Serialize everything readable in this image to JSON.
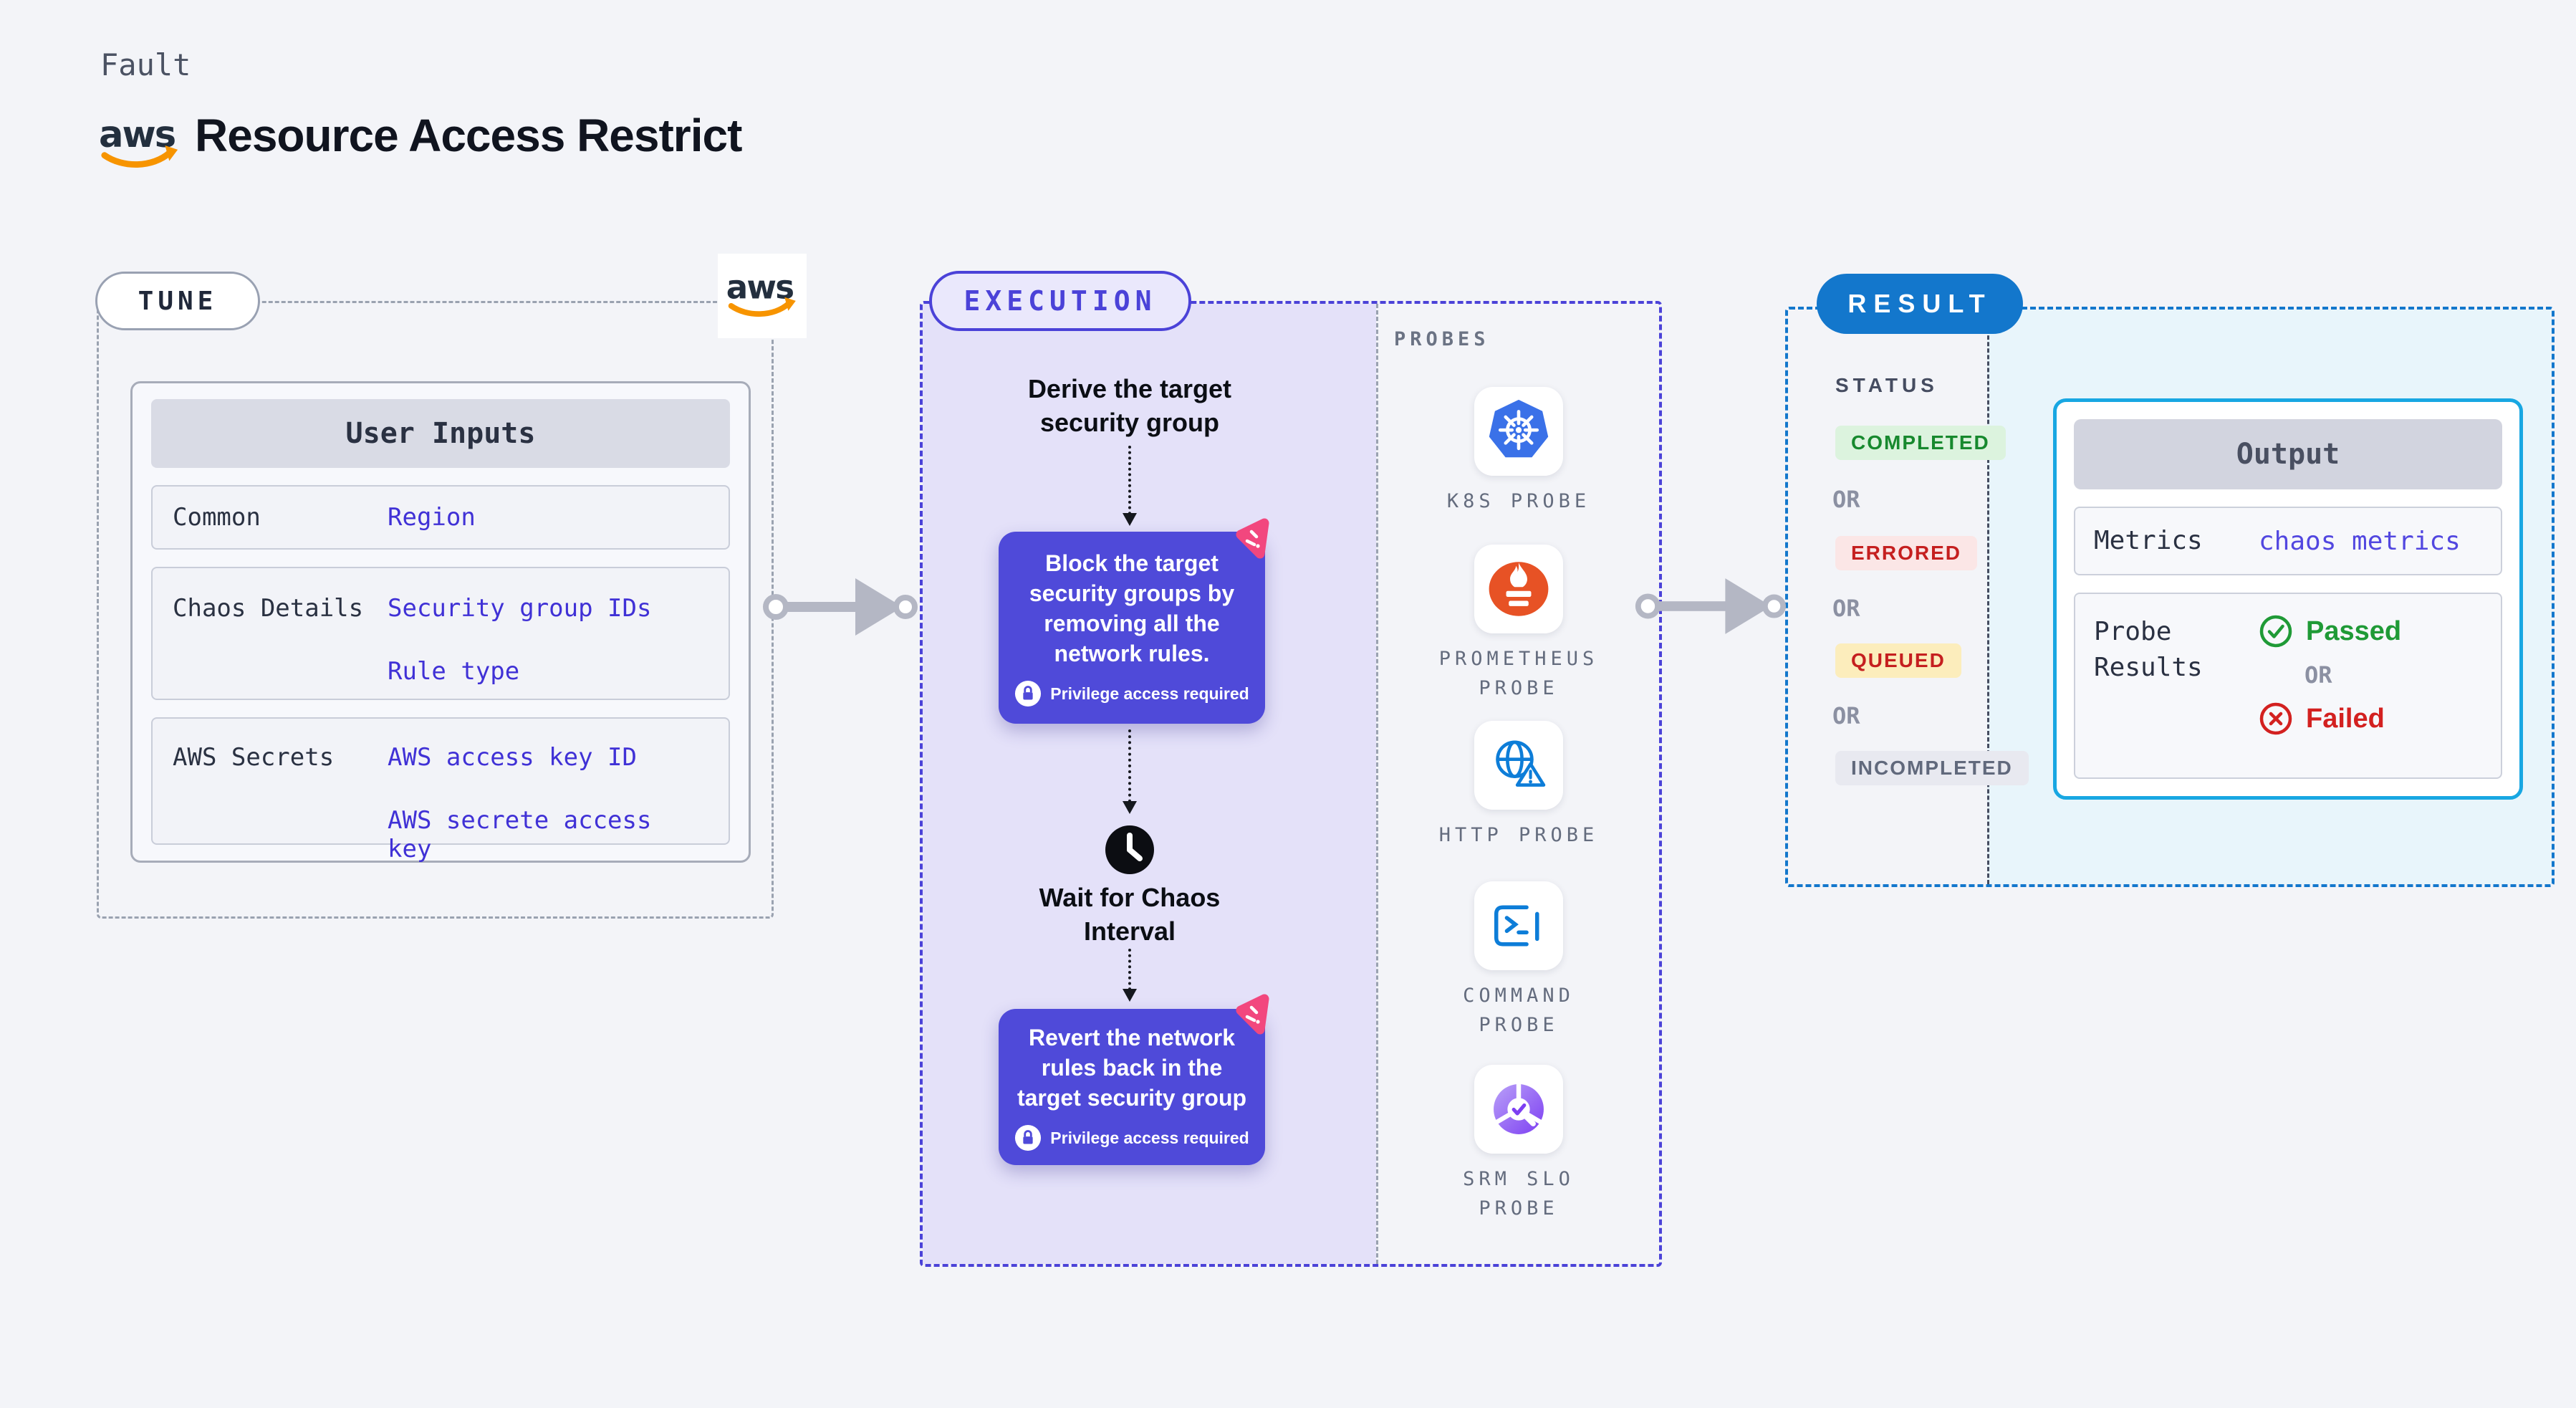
{
  "header": {
    "eyebrow": "Fault",
    "title": "Resource Access Restrict"
  },
  "tune": {
    "label": "TUNE",
    "user_inputs": {
      "title": "User Inputs",
      "rows": [
        {
          "label": "Common",
          "values": [
            "Region"
          ]
        },
        {
          "label": "Chaos Details",
          "values": [
            "Security group IDs",
            "Rule type"
          ]
        },
        {
          "label": "AWS Secrets",
          "values": [
            "AWS access key ID",
            "AWS secrete access key"
          ]
        }
      ]
    }
  },
  "execution": {
    "label": "EXECUTION",
    "steps": {
      "derive": "Derive the target security group",
      "block": "Block the target security groups by removing all the network rules.",
      "wait": "Wait for Chaos Interval",
      "revert": "Revert the network rules back in the target security group"
    },
    "privilege_note": "Privilege access required",
    "probes": {
      "label": "PROBES",
      "items": [
        {
          "label": "K8S PROBE",
          "icon": "kubernetes-icon"
        },
        {
          "label": "PROMETHEUS PROBE",
          "icon": "prometheus-icon"
        },
        {
          "label": "HTTP PROBE",
          "icon": "http-globe-icon"
        },
        {
          "label": "COMMAND PROBE",
          "icon": "terminal-icon"
        },
        {
          "label": "SRM SLO PROBE",
          "icon": "srm-slo-icon"
        }
      ]
    }
  },
  "result": {
    "label": "RESULT",
    "status": {
      "label": "STATUS",
      "or_label": "OR",
      "badges": [
        {
          "text": "COMPLETED",
          "type": "completed"
        },
        {
          "text": "ERRORED",
          "type": "errored"
        },
        {
          "text": "QUEUED",
          "type": "queued"
        },
        {
          "text": "INCOMPLETED",
          "type": "incompleted"
        }
      ]
    },
    "output": {
      "title": "Output",
      "metrics_label": "Metrics",
      "metrics_value": "chaos metrics",
      "probe_results_label": "Probe Results",
      "passed_label": "Passed",
      "or_label": "OR",
      "failed_label": "Failed"
    }
  },
  "colors": {
    "page_background": "#f3f4f8",
    "accent_indigo": "#4b42d8",
    "node_indigo": "#4f4ad9",
    "lavender_panel": "#e4e1f9",
    "result_blue": "#1377cc",
    "output_border_cyan": "#18a7e2",
    "cyan_panel": "#e8f5fb",
    "link_indigo": "#4031d6",
    "passed_green": "#1f9a36",
    "failed_red": "#d32120",
    "chaos_pink": "#f2477e",
    "aws_orange": "#f79400",
    "kubernetes_blue": "#3a71e8",
    "prometheus_orange": "#e75225",
    "http_blue": "#0d7dd8",
    "srm_purple": "#7d3ff2"
  }
}
